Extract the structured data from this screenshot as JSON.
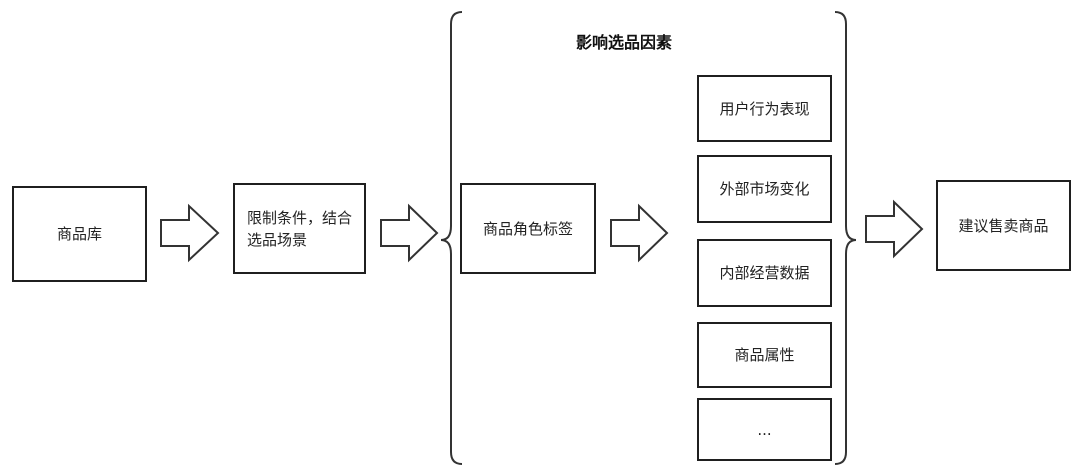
{
  "diagram": {
    "title": "影响选品因素",
    "product_library": "商品库",
    "constraint": "限制条件，结合选品场景",
    "role_tag": "商品角色标签",
    "suggest": "建议售卖商品",
    "factors": [
      {
        "label": "用户行为表现"
      },
      {
        "label": "外部市场变化"
      },
      {
        "label": "内部经营数据"
      },
      {
        "label": "商品属性"
      },
      {
        "label": "..."
      }
    ]
  }
}
